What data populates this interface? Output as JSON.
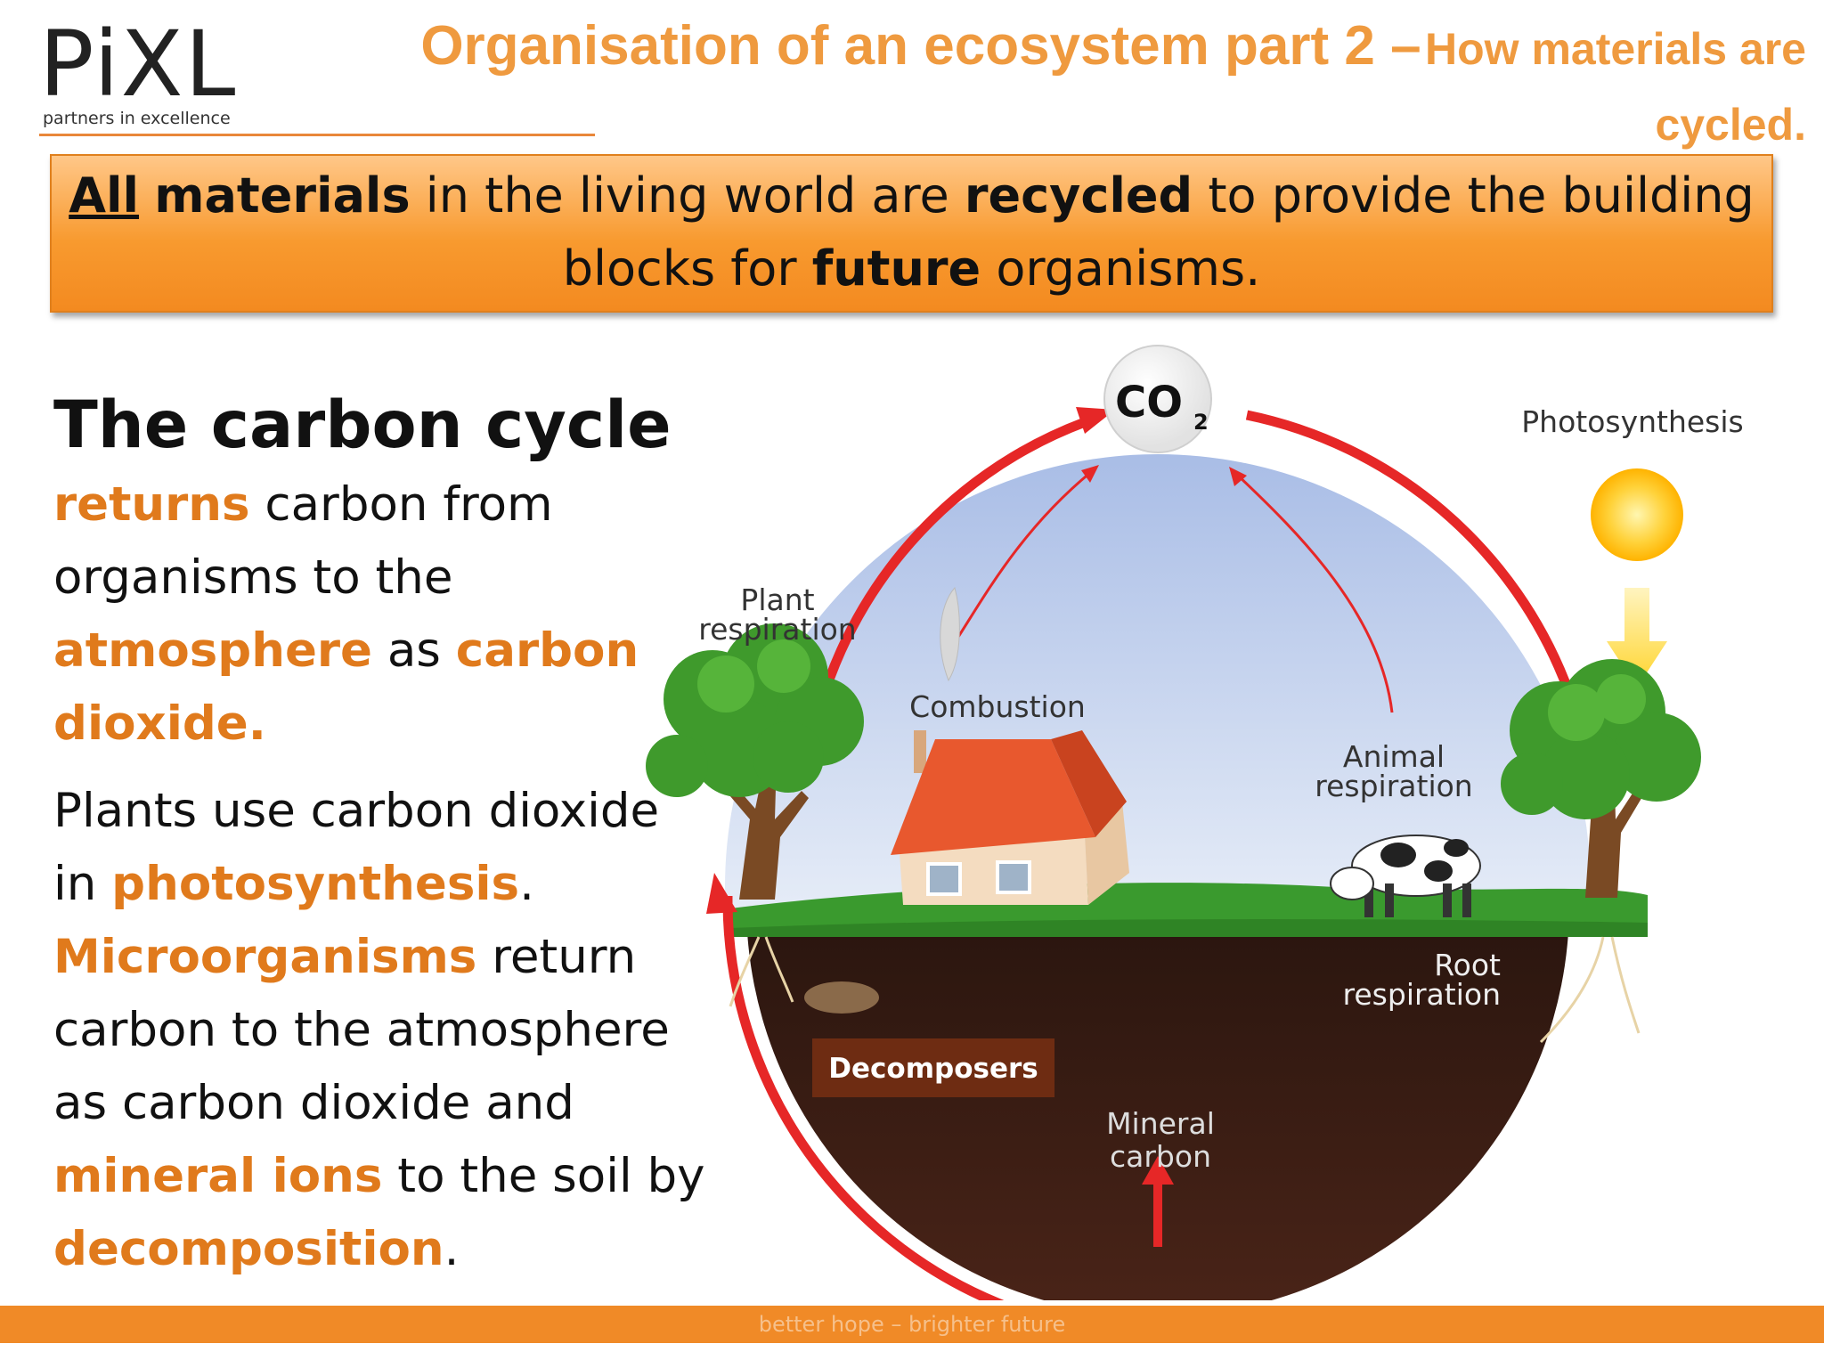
{
  "logo": {
    "text": "PiXL",
    "tagline": "partners in excellence"
  },
  "title": {
    "main": "Organisation of an ecosystem part 2 –",
    "sub": "How materials are cycled."
  },
  "banner": {
    "all": "All",
    "materials": "materials",
    "t1": " in the living world are ",
    "recycled": "recycled",
    "t2": " to provide the building blocks for ",
    "future": "future",
    "t3": " organisms."
  },
  "left": {
    "heading": "The carbon cycle",
    "returns": "returns",
    "t1": " carbon from organisms to the ",
    "atmosphere": "atmosphere",
    "t2": " as ",
    "carbon_dioxide": "carbon dioxide.",
    "p2_t1": "Plants use carbon dioxide in ",
    "photosynthesis": "photosynthesis",
    "p2_t2": ". ",
    "microorganisms": "Microorganisms",
    "p2_t3": " return carbon to the atmosphere as carbon dioxide and ",
    "mineral_ions": "mineral ions",
    "p2_t4": " to the soil by ",
    "decomposition": "decomposition",
    "p2_t5": "."
  },
  "diagram": {
    "co2": "CO",
    "co2_sub": "2",
    "photosynthesis": "Photosynthesis",
    "plant_resp_1": "Plant",
    "plant_resp_2": "respiration",
    "combustion": "Combustion",
    "animal_resp_1": "Animal",
    "animal_resp_2": "respiration",
    "root_resp_1": "Root",
    "root_resp_2": "respiration",
    "decomposers": "Decomposers",
    "mineral_1": "Mineral",
    "mineral_2": "carbon"
  },
  "footer": {
    "text": "better hope – brighter future"
  }
}
